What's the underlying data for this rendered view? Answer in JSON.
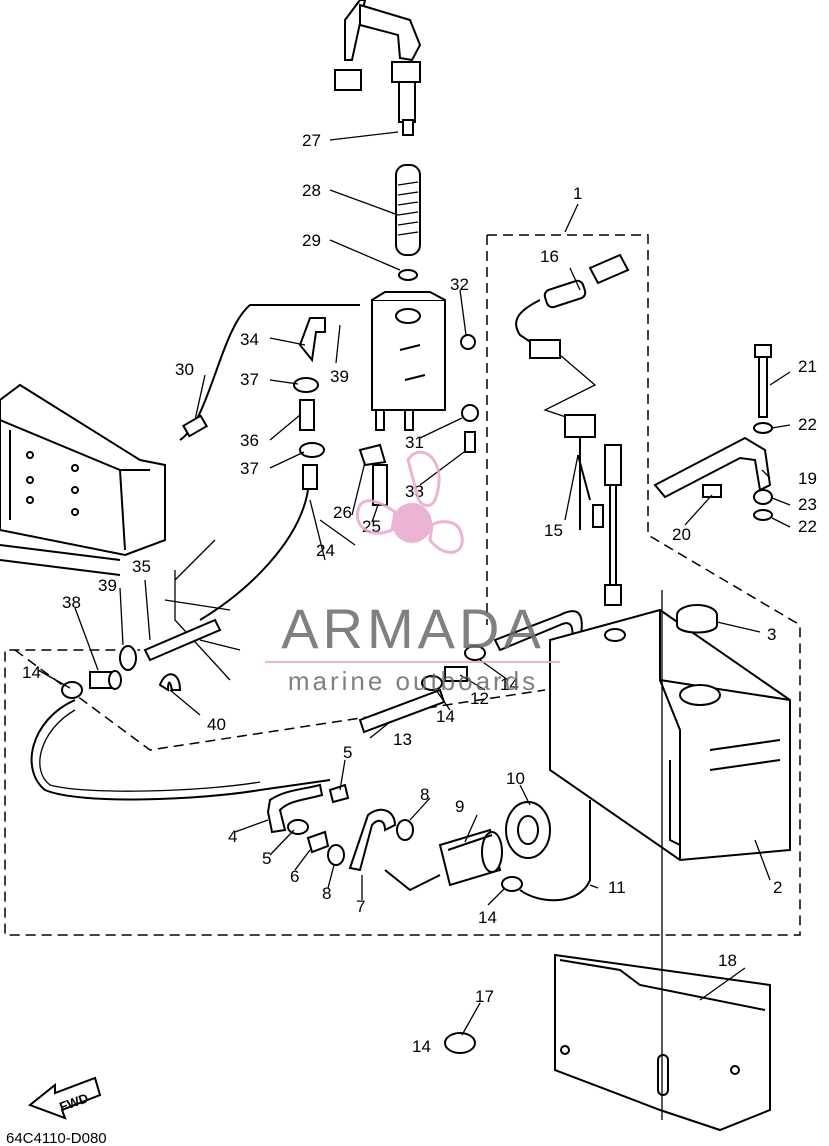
{
  "diagram_code": "64C4110-D080",
  "direction_label": "FWD",
  "watermark": {
    "brand": "ARMADA",
    "tagline": "marine outboards",
    "color": "#e8a6cd"
  },
  "callouts": [
    "1",
    "2",
    "3",
    "4",
    "5",
    "5",
    "6",
    "7",
    "8",
    "8",
    "9",
    "10",
    "11",
    "12",
    "13",
    "14",
    "14",
    "14",
    "14",
    "14",
    "15",
    "16",
    "17",
    "18",
    "19",
    "20",
    "21",
    "22",
    "22",
    "23",
    "24",
    "25",
    "26",
    "27",
    "28",
    "29",
    "30",
    "31",
    "32",
    "33",
    "34",
    "35",
    "36",
    "37",
    "37",
    "38",
    "39",
    "39",
    "40"
  ]
}
